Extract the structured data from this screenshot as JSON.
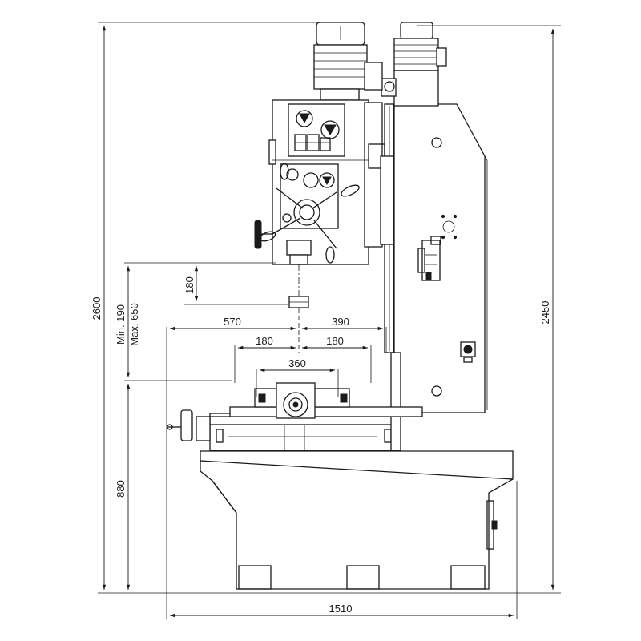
{
  "colors": {
    "line": "#1a1a1a",
    "background": "#ffffff"
  },
  "dimensions": {
    "overall_height": "2600",
    "column_height": "2450",
    "base_height": "880",
    "overall_width": "1510",
    "table_left": "570",
    "table_right": "390",
    "cross_left": "180",
    "cross_right": "180",
    "table_width": "360",
    "stroke": "180",
    "gap_min": "Min. 190",
    "gap_max": "Max. 650"
  }
}
